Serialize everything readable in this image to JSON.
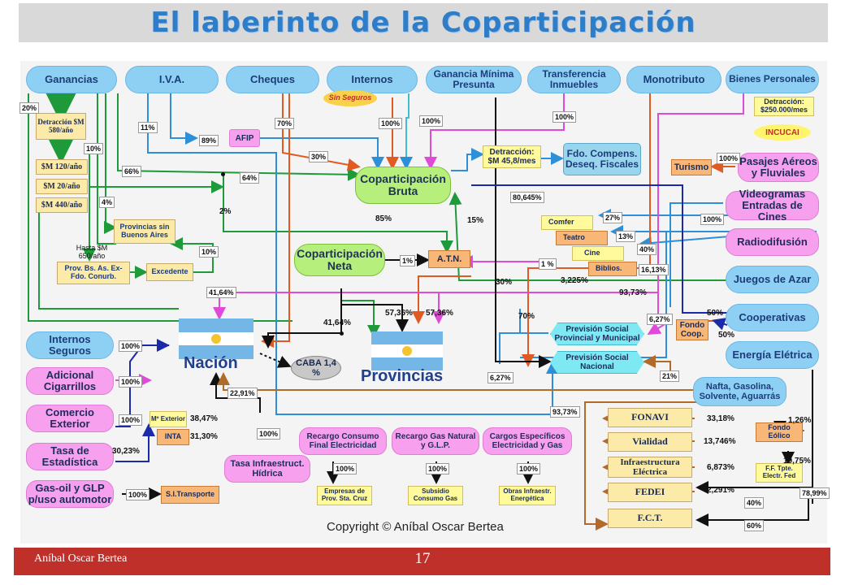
{
  "slide": {
    "title": "El laberinto de la Coparticipación",
    "footer_author": "Aníbal Oscar Bertea",
    "page_number": "17",
    "copyright": "Copyright © Aníbal Oscar Bertea"
  },
  "sources_top": [
    "Ganancias",
    "I.V.A.",
    "Cheques",
    "Internos",
    "Ganancia Mínima Presunta",
    "Transferencia Inmuebles",
    "Monotributo",
    "Bienes Personales"
  ],
  "sin_seguros": "Sin Seguros",
  "ganancias_detail": {
    "detraccion": "Detracción $M 580/año",
    "sm120": "$M 120/año",
    "sm20": "$M 20/año",
    "sm440": "$M 440/año",
    "hasta": "Hasta $M 650/año",
    "prov_bsas": "Prov. Bs. As. Ex-Fdo. Conurb.",
    "excedente": "Excedente",
    "prov_sin_ba": "Provincias sin Buenos Aires"
  },
  "afip": "AFIP",
  "copart_bruta": "Coparticipación Bruta",
  "copart_neta": "Coparticipación Neta",
  "atn": "A.T.N.",
  "detraccion_458": "Detracción: $M 45,8/mes",
  "fdo_compens": "Fdo. Compens. Deseq. Fiscales",
  "bienes_detraccion": "Detracción: $250.000/mes",
  "incucai": "INCUCAI",
  "right_sources": [
    "Pasajes Aéreos y Fluviales",
    "Videogramas Entradas de Cines",
    "Radiodifusión",
    "Juegos de Azar",
    "Cooperativas",
    "Energía Elétrica"
  ],
  "turismo": "Turismo",
  "fondo_coop": "Fondo Coop.",
  "cultural": [
    "Comfer",
    "Teatro",
    "Cine",
    "Biblios."
  ],
  "prevision_prov": "Previsión Social Provincial y Municipal",
  "prevision_nac": "Previsión Social Nacional",
  "nacion": "Nación",
  "provincias": "Provincias",
  "caba": "CABA 1,4 %",
  "left_sources": [
    "Internos Seguros",
    "Adicional Cigarrillos",
    "Comercio Exterior",
    "Tasa de Estadística",
    "Gas-oil y GLP p/uso automotor"
  ],
  "mexterior": "Mº Exterior",
  "inta": "INTA",
  "si_transporte": "S.I.Transporte",
  "tasa_infra": "Tasa Infraestruct. Hídrica",
  "recargos": [
    "Recargo Consumo Final Electricidad",
    "Recargo Gas Natural y G.L.P.",
    "Cargos Específicos Electricidad y Gas"
  ],
  "recargo_dest": [
    "Empresas de Prov. Sta. Cruz",
    "Subsidio Consumo Gas",
    "Obras Infraestr. Energética"
  ],
  "nafta": "Nafta, Gasolina, Solvente, Aguarrás",
  "fondos": [
    "FONAVI",
    "Vialidad",
    "Infraestructura Eléctrica",
    "FEDEI",
    "F.C.T."
  ],
  "fondo_eolico": "Fondo Eólico",
  "ff_tpte": "F.F. Tpte. Electr. Fed",
  "percentages": {
    "p20": "20%",
    "p10a": "10%",
    "p4": "4%",
    "p66": "66%",
    "p2": "2%",
    "p10b": "10%",
    "p11": "11%",
    "p89": "89%",
    "p70a": "70%",
    "p30a": "30%",
    "p100int": "100%",
    "p100gmp": "100%",
    "p100ti": "100%",
    "p64": "64%",
    "p85": "85%",
    "p15": "15%",
    "p1a": "1%",
    "p1b": "1 %",
    "p30b": "30%",
    "p80645": "80,645%",
    "p27": "27%",
    "p13": "13%",
    "p40a": "40%",
    "p1613": "16,13%",
    "p3225": "3,225%",
    "p9373a": "93,73%",
    "p4164a": "41,64%",
    "p4164b": "41,64%",
    "p5736a": "57,36%",
    "p5736b": "57,36%",
    "p70b": "70%",
    "p627a": "6,27%",
    "p50a": "50%",
    "p50b": "50%",
    "p100pasajes": "100%",
    "p100vid": "100%",
    "p100seg": "100%",
    "p100cig": "100%",
    "p100ce": "100%",
    "p3847": "38,47%",
    "p3130": "31,30%",
    "p3023": "30,23%",
    "p2291a": "22,91%",
    "p100tasa": "100%",
    "p100gas": "100%",
    "p9373b": "93,73%",
    "p627b": "6,27%",
    "p21": "21%",
    "p3318": "33,18%",
    "p13746": "13,746%",
    "p6873": "6,873%",
    "p2291b": "2,291%",
    "p40b": "40%",
    "p60": "60%",
    "p126": "1,26%",
    "p1975": "19,75%",
    "p7899": "78,99%",
    "p100r1": "100%",
    "p100r2": "100%",
    "p100r3": "100%"
  }
}
